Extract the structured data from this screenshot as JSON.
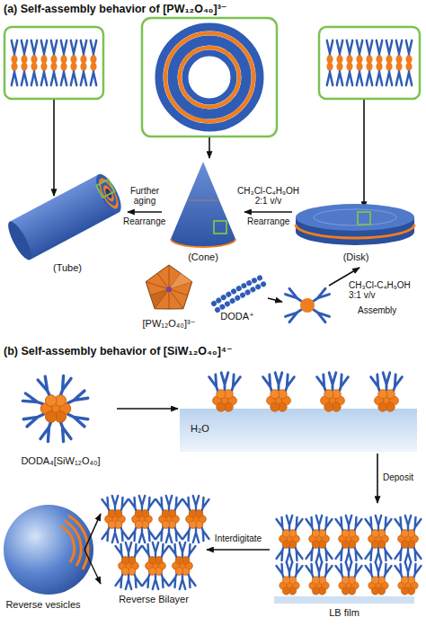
{
  "diagram": {
    "nodes": [
      {
        "text": [
          "(Tube)"
        ]
      },
      {
        "text": [
          "(Cone)"
        ]
      },
      {
        "text": [
          "(Disk)"
        ]
      },
      {
        "text": [
          "[PW₁₂O₄₀]³⁻"
        ]
      },
      {
        "text": [
          "DODA⁺"
        ]
      },
      {
        "text": [
          "DODA₄[SiW₁₂O₄₀]"
        ]
      },
      {
        "text": [
          "H₂O"
        ]
      },
      {
        "text": [
          "LB film"
        ]
      },
      {
        "text": [
          "Reverse Bilayer"
        ]
      },
      {
        "text": [
          "Reverse vesicles"
        ]
      }
    ],
    "edges": [
      {
        "from": 1,
        "to": 0,
        "arrow": "to",
        "label": "Further aging"
      },
      {
        "from": 2,
        "to": 1,
        "arrow": "to",
        "label": "CH₃Cl-C₄H₉OH 2:1 v/v"
      },
      {
        "from": 5,
        "to": 6,
        "arrow": "to"
      },
      {
        "from": 6,
        "to": 7,
        "arrow": "to",
        "label": "Deposit"
      },
      {
        "from": 7,
        "to": 8,
        "arrow": "to",
        "label": "Interdigitate"
      },
      {
        "from": 9,
        "to": 8,
        "arrow": "to"
      }
    ],
    "labels": [
      "(a) Self-assembly behavior of [PW₁₂O₄₀]³⁻",
      "Rearrange",
      "Rearrange",
      "CH₃Cl-C₄H₉OH 3:1 v/v",
      "Assembly",
      "(b) Self-assembly behavior of [SiW₁₂O₄₀]⁴⁻"
    ]
  }
}
